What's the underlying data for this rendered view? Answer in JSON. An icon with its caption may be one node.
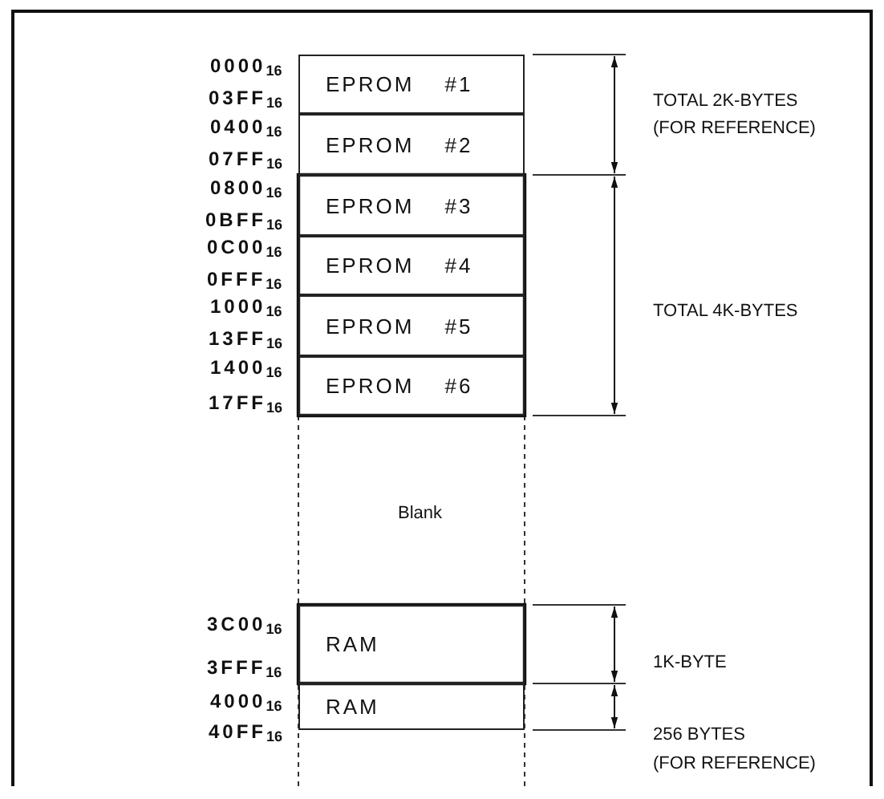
{
  "diagram": {
    "nodes": [
      {
        "text": [
          "EPROM #1"
        ]
      },
      {
        "text": [
          "EPROM #2"
        ]
      },
      {
        "text": [
          "EPROM #3"
        ]
      },
      {
        "text": [
          "EPROM #4"
        ]
      },
      {
        "text": [
          "EPROM #5"
        ]
      },
      {
        "text": [
          "EPROM #6"
        ]
      },
      {
        "text": [
          "RAM"
        ]
      },
      {
        "text": [
          "RAM"
        ]
      }
    ],
    "edges": [],
    "labels": [
      "0000$_{16}$",
      "03FF$_{16}$",
      "0400$_{16}$",
      "07FF$_{16}$",
      "0800$_{16}$",
      "0BFF$_{16}$",
      "0C00$_{16}$",
      "0FFF$_{16}$",
      "1000$_{16}$",
      "13FF$_{16}$",
      "1400$_{16}$",
      "17FF$_{16}$",
      "3C00$_{16}$",
      "3FFF$_{16}$",
      "4000$_{16}$",
      "40FF$_{16}$",
      "TOTAL 2K-BYTES",
      "(FOR REFERENCE)",
      "TOTAL 4K-BYTES",
      "Blank",
      "1K-BYTE",
      "256 BYTES",
      "(FOR REFERENCE)"
    ]
  }
}
